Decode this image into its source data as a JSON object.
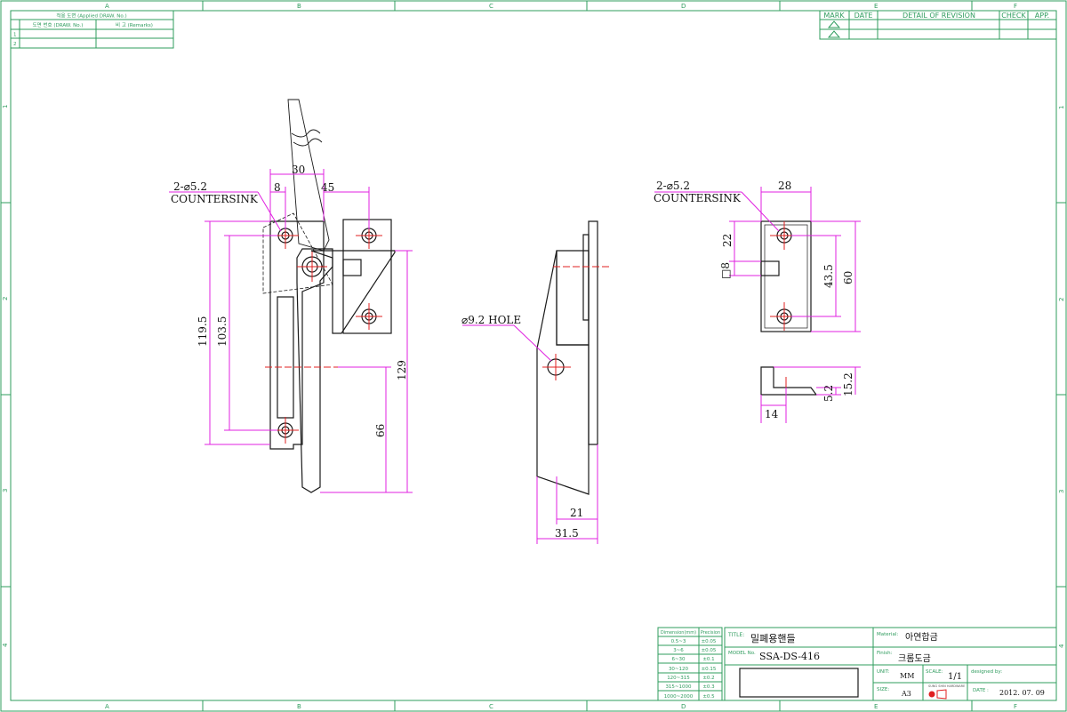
{
  "border": {
    "columns": [
      "A",
      "B",
      "C",
      "D",
      "E",
      "F"
    ],
    "rows": [
      "1",
      "2",
      "3",
      "4"
    ]
  },
  "applied_table": {
    "header": "적용 도면 (Applied DRAW. No.)",
    "col1": "도면 번호 (DRAW. No.)",
    "col2": "비 고 (Remarks)",
    "rows": [
      "1",
      "2"
    ]
  },
  "revision_table": {
    "mark": "MARK",
    "date": "DATE",
    "detail": "DETAIL OF REVISION",
    "check": "CHECK",
    "app": "APP."
  },
  "front_view": {
    "hole_note_1": "2-⌀5.2",
    "hole_note_2": "COUNTERSINK",
    "d30": "30",
    "d8": "8",
    "d45": "45",
    "d119_5": "119.5",
    "d103_5": "103.5",
    "d129": "129",
    "d66": "66"
  },
  "side_view": {
    "hole_note": "⌀9.2 HOLE",
    "d21": "21",
    "d31_5": "31.5"
  },
  "plate_view": {
    "hole_note_1": "2-⌀5.2",
    "hole_note_2": "COUNTERSINK",
    "d28": "28",
    "d22": "22",
    "d8": "□8",
    "d43_5": "43.5",
    "d60": "60",
    "d14": "14",
    "d5_2": "5.2",
    "d15_2": "15.2"
  },
  "tolerance_table": {
    "header": [
      "Dimension(mm)",
      "Precision"
    ],
    "rows": [
      [
        "0.5~3",
        "±0.05"
      ],
      [
        "3~6",
        "±0.05"
      ],
      [
        "6~30",
        "±0.1"
      ],
      [
        "30~120",
        "±0.15"
      ],
      [
        "120~315",
        "±0.2"
      ],
      [
        "315~1000",
        "±0.3"
      ],
      [
        "1000~2000",
        "±0.5"
      ]
    ]
  },
  "title_block": {
    "title_label": "TITLE:",
    "title": "밀폐용핸들",
    "model_label": "MODEL No.",
    "model": "SSA-DS-416",
    "material_label": "Material:",
    "material": "아연합금",
    "finish_label": "Finish:",
    "finish": "크롬도금",
    "unit_label": "UNIT:",
    "unit": "MM",
    "scale_label": "SCALE:",
    "scale": "1/1",
    "designed_label": "designed by:",
    "size_label": "SIZE:",
    "size": "A3",
    "date_label": "DATE :",
    "date": "2012. 07. 09",
    "logo_text": "SUNG SHIN HARDWARE"
  }
}
